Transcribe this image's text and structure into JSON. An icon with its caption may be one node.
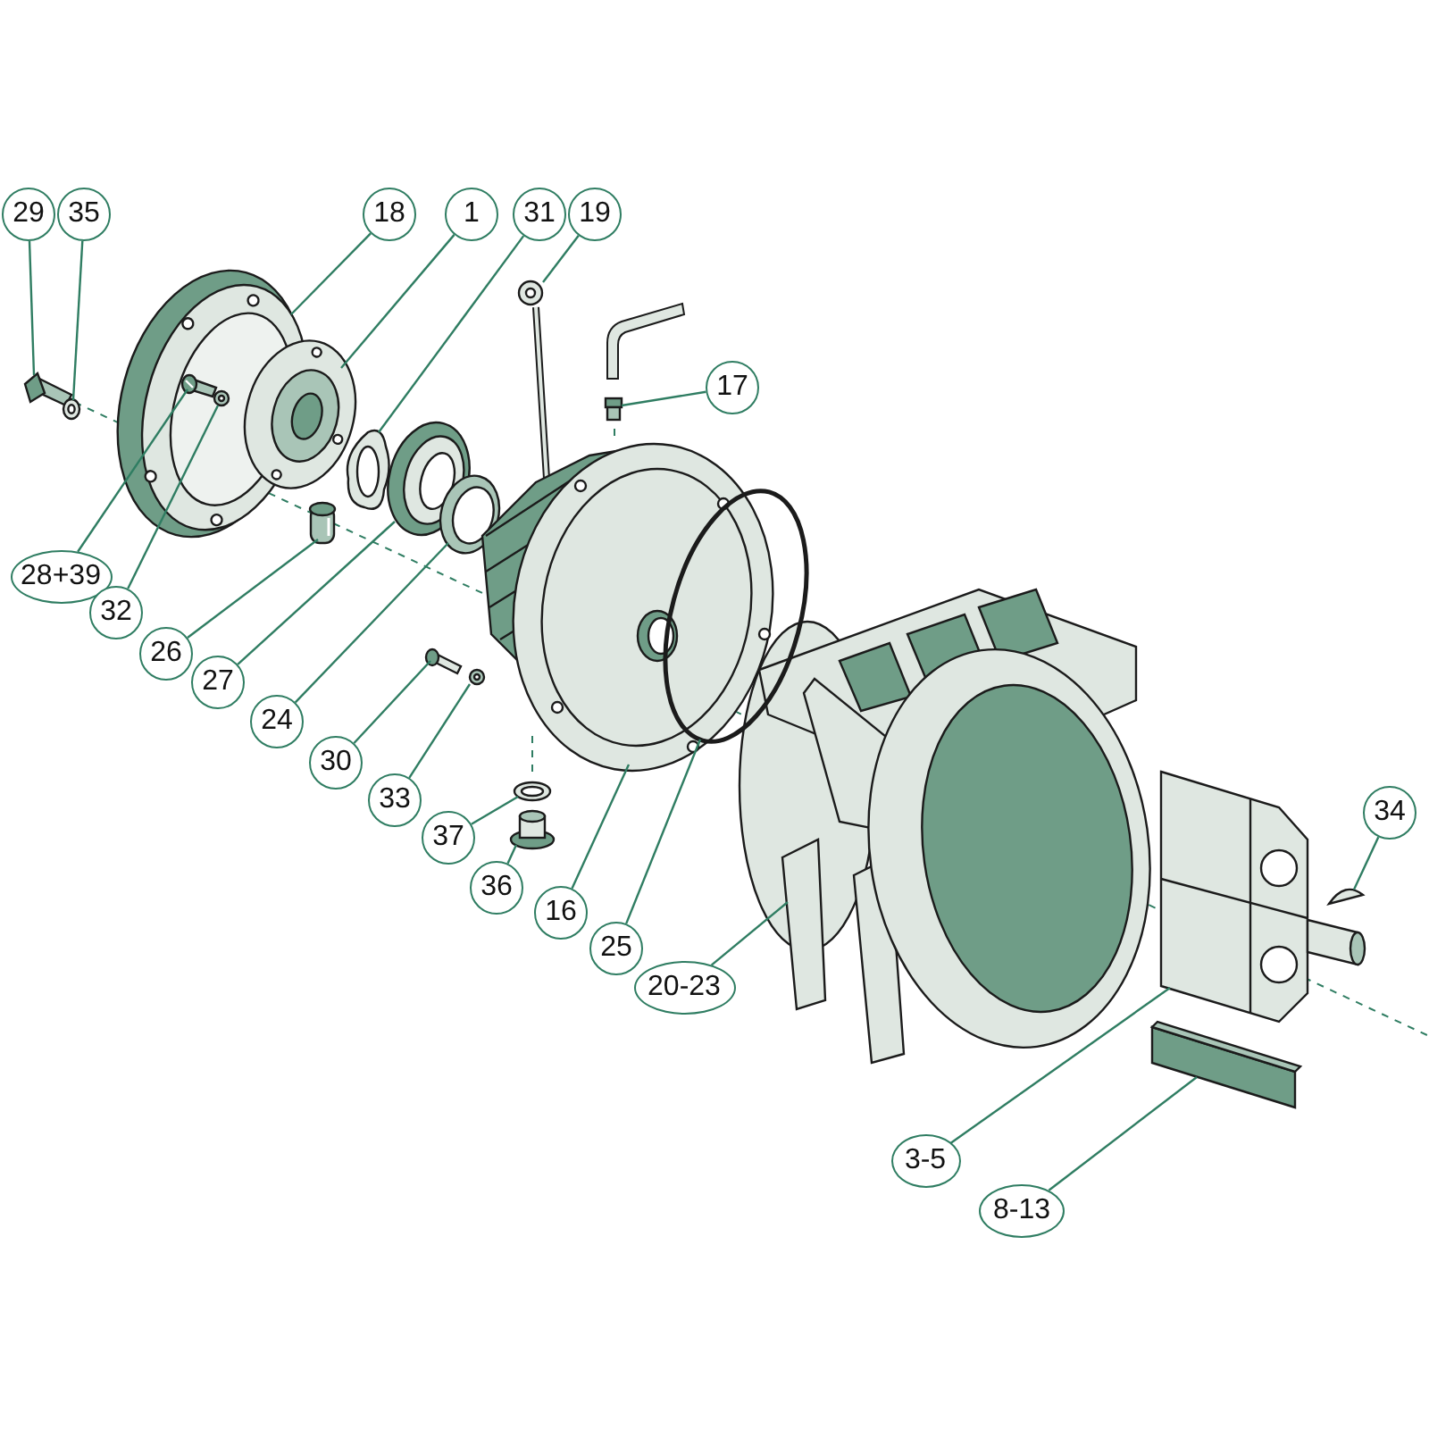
{
  "diagram": {
    "nodes": [
      {
        "text": [
          "29"
        ]
      },
      {
        "text": [
          "35"
        ]
      },
      {
        "text": [
          "18"
        ]
      },
      {
        "text": [
          "1"
        ]
      },
      {
        "text": [
          "31"
        ]
      },
      {
        "text": [
          "19"
        ]
      },
      {
        "text": [
          "17"
        ]
      },
      {
        "text": [
          "28+39"
        ]
      },
      {
        "text": [
          "32"
        ]
      },
      {
        "text": [
          "26"
        ]
      },
      {
        "text": [
          "27"
        ]
      },
      {
        "text": [
          "24"
        ]
      },
      {
        "text": [
          "30"
        ]
      },
      {
        "text": [
          "33"
        ]
      },
      {
        "text": [
          "37"
        ]
      },
      {
        "text": [
          "36"
        ]
      },
      {
        "text": [
          "16"
        ]
      },
      {
        "text": [
          "25"
        ]
      },
      {
        "text": [
          "20-23"
        ]
      },
      {
        "text": [
          "34"
        ]
      },
      {
        "text": [
          "3-5"
        ]
      },
      {
        "text": [
          "8-13"
        ]
      },
      {
        "text": [],
        "shape": "picture"
      },
      {
        "text": [],
        "shape": "picture"
      },
      {
        "text": [],
        "shape": "picture"
      },
      {
        "text": [],
        "shape": "picture"
      },
      {
        "text": [],
        "shape": "picture"
      },
      {
        "text": [],
        "shape": "picture"
      },
      {
        "text": [],
        "shape": "picture"
      },
      {
        "text": [],
        "shape": "picture",
        "in": 24
      },
      {
        "text": [],
        "shape": "picture",
        "in": 24
      },
      {
        "text": [],
        "shape": "picture"
      },
      {
        "text": [],
        "shape": "picture"
      },
      {
        "text": [],
        "shape": "picture"
      },
      {
        "text": [],
        "shape": "picture"
      },
      {
        "text": [],
        "shape": "picture"
      },
      {
        "text": [],
        "shape": "picture"
      },
      {
        "text": [],
        "shape": "picture"
      },
      {
        "text": [],
        "shape": "picture"
      },
      {
        "text": [],
        "shape": "picture"
      },
      {
        "text": [],
        "shape": "picture"
      },
      {
        "text": [],
        "shape": "picture"
      },
      {
        "text": [],
        "shape": "picture"
      },
      {
        "text": [],
        "shape": "picture"
      }
    ],
    "edges": [
      {
        "from": 0,
        "to": 22,
        "arrow": "none"
      },
      {
        "from": 1,
        "to": 23,
        "arrow": "none"
      },
      {
        "from": 2,
        "to": 24,
        "arrow": "none"
      },
      {
        "from": 3,
        "to": 25,
        "arrow": "none"
      },
      {
        "from": 4,
        "to": 26,
        "arrow": "none"
      },
      {
        "from": 5,
        "to": 27,
        "arrow": "none"
      },
      {
        "from": 6,
        "to": 28,
        "arrow": "none"
      },
      {
        "from": 7,
        "to": 29,
        "arrow": "none"
      },
      {
        "from": 8,
        "to": 30,
        "arrow": "none"
      },
      {
        "from": 9,
        "to": 31,
        "arrow": "none"
      },
      {
        "from": 10,
        "to": 32,
        "arrow": "none"
      },
      {
        "from": 11,
        "to": 33,
        "arrow": "none"
      },
      {
        "from": 12,
        "to": 34,
        "arrow": "none"
      },
      {
        "from": 13,
        "to": 35,
        "arrow": "none"
      },
      {
        "from": 14,
        "to": 36,
        "arrow": "none"
      },
      {
        "from": 15,
        "to": 37,
        "arrow": "none"
      },
      {
        "from": 16,
        "to": 38,
        "arrow": "none"
      },
      {
        "from": 17,
        "to": 39,
        "arrow": "none"
      },
      {
        "from": 18,
        "to": 40,
        "arrow": "none"
      },
      {
        "from": 19,
        "to": 41,
        "arrow": "none"
      },
      {
        "from": 20,
        "to": 42,
        "arrow": "none"
      },
      {
        "from": 21,
        "to": 43,
        "arrow": "none"
      }
    ]
  }
}
